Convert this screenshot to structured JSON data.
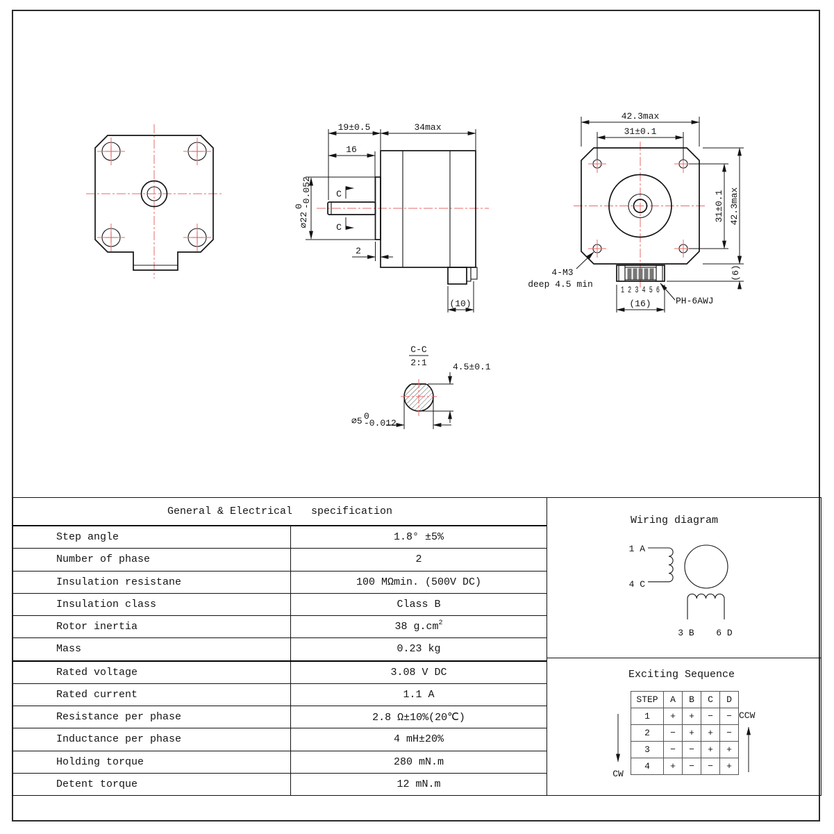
{
  "colors": {
    "line": "#141414",
    "centerline": "#e86a6a"
  },
  "views": {
    "side": {
      "dims": {
        "d19": "19±0.5",
        "d34": "34max",
        "d16": "16",
        "d2": "2",
        "d10": "(10)",
        "c_upper": "C",
        "c_lower": "C",
        "d22": {
          "main": "⌀22",
          "sup": "0",
          "sub": "-0.052"
        }
      }
    },
    "rear": {
      "dims": {
        "d423_top": "42.3max",
        "d31_top": "31±0.1",
        "d31_right": "31±0.1",
        "d423_right": "42.3max",
        "d6": "(6)",
        "d16": "(16)",
        "pins": "1 2 3 4 5 6",
        "connector": "PH-6AWJ",
        "m3": "4-M3",
        "deep": "deep 4.5 min"
      }
    },
    "section": {
      "name": "C-C",
      "scale": "2:1",
      "d45": "4.5±0.1",
      "d5": {
        "main": "⌀5",
        "sup": "0",
        "sub": "-0.012"
      }
    }
  },
  "spec": {
    "title": "General & Electrical   specification",
    "rows": [
      {
        "label": "Step angle",
        "value": "1.8° ±5%"
      },
      {
        "label": "Number of phase",
        "value": "2"
      },
      {
        "label": "Insulation resistane",
        "value": "100 MΩmin. (500V DC)"
      },
      {
        "label": "Insulation class",
        "value": "Class B"
      },
      {
        "label": "Rotor inertia",
        "value": "38 g.cm",
        "sup": "2"
      },
      {
        "label": "Mass",
        "value": "0.23 kg"
      },
      {
        "label": "Rated voltage",
        "value": "3.08 V DC"
      },
      {
        "label": "Rated current",
        "value": "1.1 A"
      },
      {
        "label": "Resistance per phase",
        "value": "2.8 Ω±10%(20℃)"
      },
      {
        "label": "Inductance per phase",
        "value": "4 mH±20%"
      },
      {
        "label": "Holding torque",
        "value": "280 mN.m"
      },
      {
        "label": "Detent torque",
        "value": "12 mN.m"
      }
    ]
  },
  "wiring": {
    "title": "Wiring diagram",
    "t1": "1 A",
    "t4": "4 C",
    "t3": "3 B",
    "t6": "6 D"
  },
  "exciting": {
    "title": "Exciting Sequence",
    "headers": [
      "STEP",
      "A",
      "B",
      "C",
      "D"
    ],
    "rows": [
      [
        "1",
        "+",
        "+",
        "−",
        "−"
      ],
      [
        "2",
        "−",
        "+",
        "+",
        "−"
      ],
      [
        "3",
        "−",
        "−",
        "+",
        "+"
      ],
      [
        "4",
        "+",
        "−",
        "−",
        "+"
      ]
    ],
    "cw": "CW",
    "ccw": "CCW"
  }
}
